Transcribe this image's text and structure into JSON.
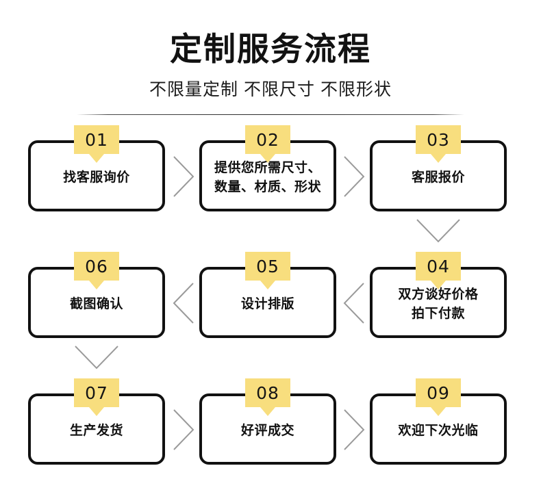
{
  "header": {
    "title": "定制服务流程",
    "subtitle": "不限量定制 不限尺寸 不限形状"
  },
  "theme": {
    "badge_yellow": "#F8DE7E",
    "box_border": "#111111",
    "text": "#111111",
    "connector_gray": "#9A9A9A",
    "background": "#FFFFFF"
  },
  "flow": {
    "steps": [
      {
        "number": "01",
        "line1": "找客服询价",
        "line2": ""
      },
      {
        "number": "02",
        "line1": "提供您所需尺寸、",
        "line2": "数量、材质、形状"
      },
      {
        "number": "03",
        "line1": "客服报价",
        "line2": ""
      },
      {
        "number": "04",
        "line1": "双方谈好价格",
        "line2": "拍下付款"
      },
      {
        "number": "05",
        "line1": "设计排版",
        "line2": ""
      },
      {
        "number": "06",
        "line1": "截图确认",
        "line2": ""
      },
      {
        "number": "07",
        "line1": "生产发货",
        "line2": ""
      },
      {
        "number": "08",
        "line1": "好评成交",
        "line2": ""
      },
      {
        "number": "09",
        "line1": "欢迎下次光临",
        "line2": ""
      }
    ],
    "connectors": [
      {
        "name": "connector-01-to-02",
        "direction": "right"
      },
      {
        "name": "connector-02-to-03",
        "direction": "right"
      },
      {
        "name": "connector-03-to-04",
        "direction": "down"
      },
      {
        "name": "connector-04-to-05",
        "direction": "left"
      },
      {
        "name": "connector-05-to-06",
        "direction": "left"
      },
      {
        "name": "connector-06-to-07",
        "direction": "down"
      },
      {
        "name": "connector-07-to-08",
        "direction": "right"
      },
      {
        "name": "connector-08-to-09",
        "direction": "right"
      }
    ]
  }
}
